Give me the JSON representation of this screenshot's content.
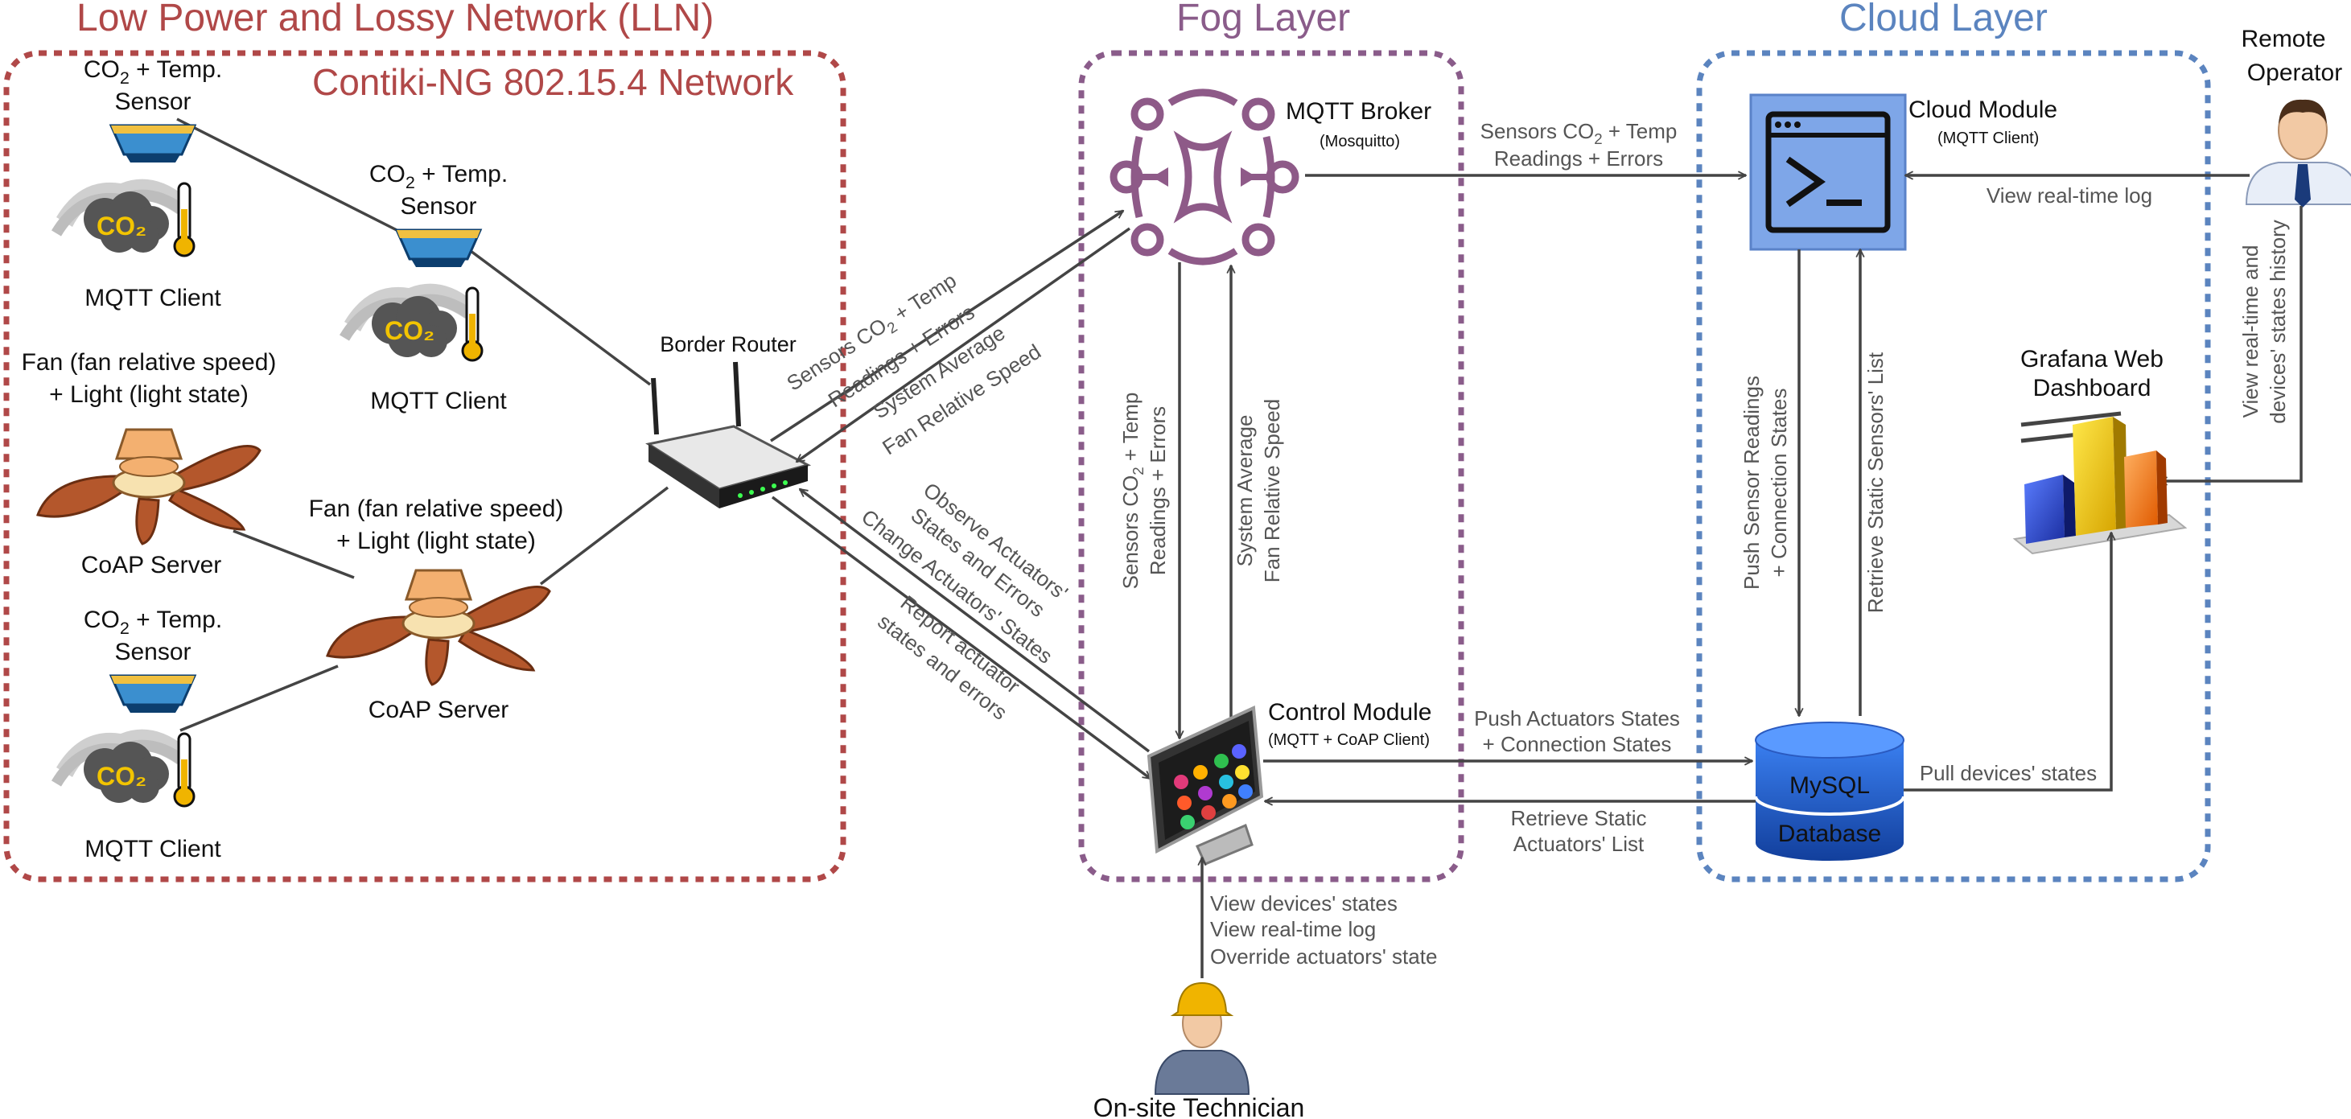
{
  "layers": {
    "lln_title": "Low Power and Lossy Network (LLN)",
    "contiki_title": "Contiki-NG 802.15.4 Network",
    "fog_title": "Fog Layer",
    "cloud_title": "Cloud Layer"
  },
  "colors": {
    "lln": "#b04848",
    "fog": "#8a5c8a",
    "cloud": "#5b84bf",
    "broker": "#8e5a88",
    "db": "#1d5fd0",
    "cloud_module": "#7ea6e8"
  },
  "nodes": {
    "sensor1": {
      "title_pre": "CO",
      "title_sub": "2",
      "title_post": " + Temp.",
      "title_line2": "Sensor",
      "role": "MQTT Client"
    },
    "sensor2": {
      "title_pre": "CO",
      "title_sub": "2",
      "title_post": " + Temp.",
      "title_line2": "Sensor",
      "role": "MQTT Client"
    },
    "sensor3": {
      "title_pre": "CO",
      "title_sub": "2",
      "title_post": " + Temp.",
      "title_line2": "Sensor",
      "role": "MQTT Client"
    },
    "fan1": {
      "title_line1": "Fan (fan relative speed)",
      "title_line2": "+ Light (light state)",
      "role": "CoAP Server"
    },
    "fan2": {
      "title_line1": "Fan (fan relative speed)",
      "title_line2": "+ Light (light state)",
      "role": "CoAP Server"
    },
    "border_router": {
      "label": "Border Router"
    },
    "broker": {
      "label": "MQTT Broker",
      "sublabel": "(Mosquitto)"
    },
    "control": {
      "label": "Control Module",
      "sublabel": "(MQTT + CoAP Client)"
    },
    "cloud_module": {
      "label": "Cloud Module",
      "sublabel": "(MQTT Client)"
    },
    "database": {
      "line1": "MySQL",
      "line2": "Database"
    },
    "grafana": {
      "line1": "Grafana Web",
      "line2": "Dashboard"
    },
    "remote": {
      "line1": "Remote",
      "line2": "Operator"
    },
    "technician": {
      "label": "On-site Technician"
    },
    "sensor_icon_text": "CO₂"
  },
  "edges": {
    "br_to_broker": {
      "line1_pre": "Sensors CO",
      "line1_sub": "2",
      "line1_post": " + Temp",
      "line2": "Readings + Errors"
    },
    "broker_to_br": {
      "line1": "System Average",
      "line2": "Fan Relative Speed"
    },
    "control_observe": {
      "line1": "Observe Actuators'",
      "line2": "States and Errors",
      "line3": "Change Actuators' States"
    },
    "report_actuator": {
      "line1": "Report actuator",
      "line2": "states and errors"
    },
    "broker_to_control": {
      "line1_pre": "Sensors CO",
      "line1_sub": "2",
      "line1_post": " + Temp",
      "line2": "Readings + Errors"
    },
    "control_to_broker": {
      "line1": "System Average",
      "line2": "Fan Relative Speed"
    },
    "broker_to_cloud": {
      "line1_pre": "Sensors CO",
      "line1_sub": "2",
      "line1_post": " + Temp",
      "line2": "Readings + Errors"
    },
    "remote_log": {
      "label": "View real-time log"
    },
    "remote_history": {
      "line1": "View real-time and",
      "line2": "devices' states history"
    },
    "cloud_push": {
      "line1": "Push Sensor Readings",
      "line2": "+ Connection States"
    },
    "cloud_retrieve": {
      "label": "Retrieve Static Sensors' List"
    },
    "control_push": {
      "line1": "Push Actuators States",
      "line2": "+ Connection States"
    },
    "control_retrieve": {
      "line1": "Retrieve Static",
      "line2": "Actuators' List"
    },
    "pull_states": {
      "label": "Pull devices' states"
    },
    "technician": {
      "line1": "View devices' states",
      "line2": "View real-time log",
      "line3": "Override actuators' state"
    }
  }
}
